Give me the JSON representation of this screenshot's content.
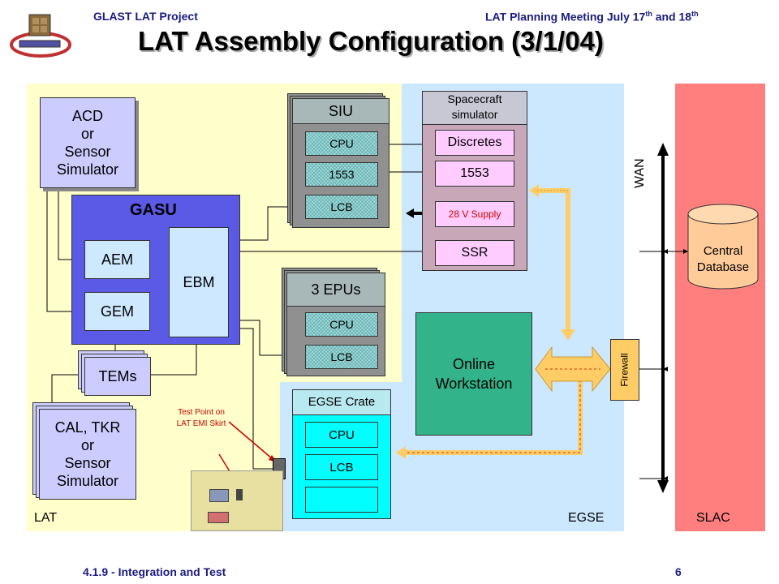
{
  "header": {
    "project": "GLAST LAT Project",
    "meeting": "LAT Planning Meeting July 17th and 18th",
    "title": "LAT Assembly Configuration (3/1/04)"
  },
  "footer": {
    "section": "4.1.9 - Integration and Test",
    "page": "6"
  },
  "regions": {
    "lat": "LAT",
    "egse": "EGSE",
    "slac": "SLAC"
  },
  "lat": {
    "acd": [
      "ACD",
      "or",
      "Sensor",
      "Simulator"
    ],
    "gasu": "GASU",
    "aem": "AEM",
    "gem": "GEM",
    "ebm": "EBM",
    "tems": "TEMs",
    "cal": [
      "CAL, TKR",
      "or",
      "Sensor",
      "Simulator"
    ],
    "test_point": [
      "Test Point on",
      "LAT EMI Skirt"
    ]
  },
  "siu": {
    "title": "SIU",
    "cpu": "CPU",
    "bus": "1553",
    "lcb": "LCB"
  },
  "epus": {
    "title": "3 EPUs",
    "cpu": "CPU",
    "lcb": "LCB"
  },
  "spacecraft": {
    "title": [
      "Spacecraft",
      "simulator"
    ],
    "discretes": "Discretes",
    "bus": "1553",
    "supply": "28 V Supply",
    "ssr": "SSR"
  },
  "egse_crate": {
    "title": "EGSE Crate",
    "cpu": "CPU",
    "lcb": "LCB"
  },
  "workstation": [
    "Online",
    "Workstation"
  ],
  "firewall": "Firewall",
  "wan": "WAN",
  "database": [
    "Central",
    "Database"
  ],
  "colors": {
    "lat_bg": "#ffffcc",
    "egse_bg": "#cce8ff",
    "slac_bg": "#ff7f7f",
    "gasu": "#5a5ae6",
    "sim_box": "#ccccff",
    "workstation": "#33b38a",
    "crate": "#00ffff",
    "spacecraft": "#c8a8b8",
    "arrow": "#ffcc66"
  }
}
